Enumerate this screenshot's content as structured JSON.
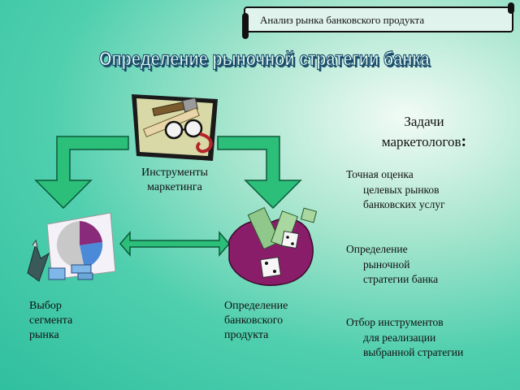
{
  "header": {
    "banner_text": "Анализ рынка банковского продукта"
  },
  "title": "Определение рыночной стратегии банка",
  "diagram": {
    "tools_label": "Инструменты маркетинга",
    "tools_label_lines": [
      "Инструменты",
      "маркетинга"
    ],
    "segment_label_lines": [
      "Выбор",
      "сегмента",
      "рынка"
    ],
    "product_label_lines": [
      "Определение",
      "банковского",
      "продукта"
    ],
    "tools_icon": "hammer-glasses-icon",
    "segment_icon": "pie-chart-icon",
    "product_icon": "money-dice-icon"
  },
  "tasks": {
    "title_line1": "Задачи",
    "title_line2": "маркетологов",
    "title_colon": ":",
    "bullet": "",
    "items": [
      {
        "first": "Точная оценка",
        "rest": [
          "целевых рынков",
          "банковских услуг"
        ]
      },
      {
        "first": "Определение",
        "rest": [
          "рыночной",
          "стратегии банка"
        ]
      },
      {
        "first": "Отбор инструментов",
        "rest": [
          "для реализации",
          "выбранной стратегии"
        ]
      }
    ]
  },
  "colors": {
    "arrow": "#2bbf7a",
    "arrow_stroke": "#0d5a3a",
    "background": "#4fcfae"
  }
}
